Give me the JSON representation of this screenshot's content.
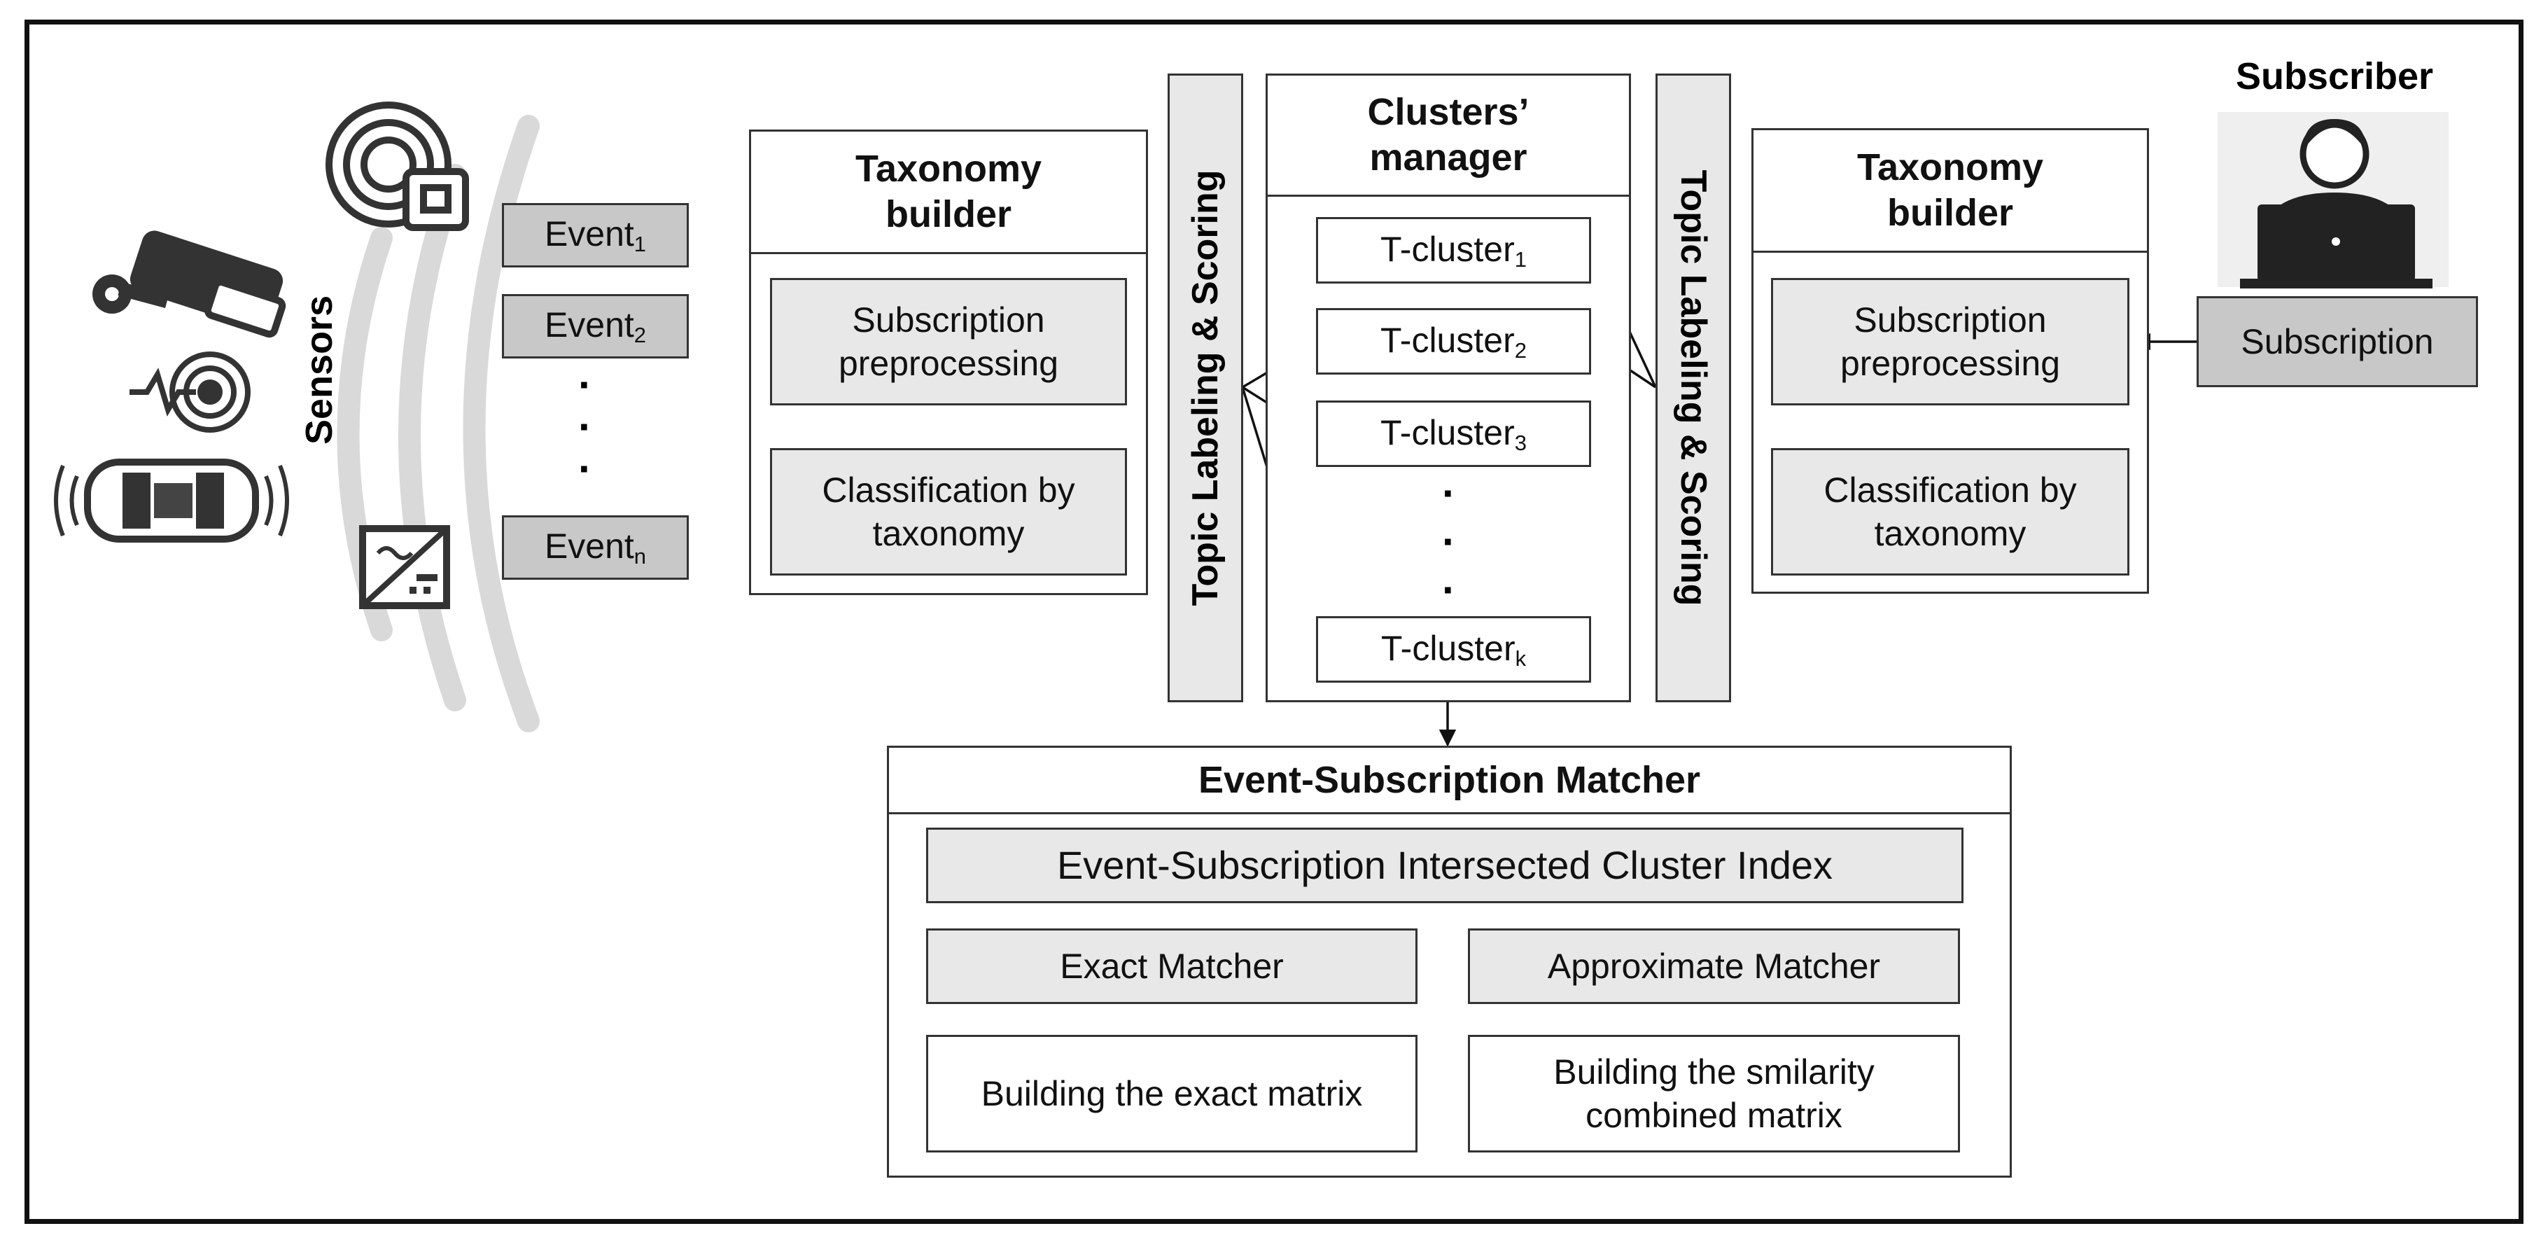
{
  "sensors_label": "Sensors",
  "events": [
    {
      "base": "Event",
      "sub": "1"
    },
    {
      "base": "Event",
      "sub": "2"
    },
    {
      "base": "Event",
      "sub": "n"
    }
  ],
  "left_builder": {
    "title_line1": "Taxonomy",
    "title_line2": "builder",
    "step1": "Subscription preprocessing",
    "step2": "Classification by taxonomy"
  },
  "right_builder": {
    "title_line1": "Taxonomy",
    "title_line2": "builder",
    "step1": "Subscription preprocessing",
    "step2": "Classification by taxonomy"
  },
  "topic_bar_left": "Topic Labeling & Scoring",
  "topic_bar_right": "Topic Labeling & Scoring",
  "clusters_manager": {
    "title_line1": "Clusters’",
    "title_line2": "manager",
    "clusters": [
      {
        "base": "T-cluster",
        "sub": "1"
      },
      {
        "base": "T-cluster",
        "sub": "2"
      },
      {
        "base": "T-cluster",
        "sub": "3"
      },
      {
        "base": "T-cluster",
        "sub": "k"
      }
    ]
  },
  "subscriber": {
    "title": "Subscriber",
    "subscription": "Subscription"
  },
  "matcher": {
    "title": "Event-Subscription Matcher",
    "index": "Event-Subscription Intersected Cluster Index",
    "exact": "Exact Matcher",
    "approx": "Approximate Matcher",
    "exact_build": "Building the exact matrix",
    "approx_build": "Building the smilarity combined matrix"
  },
  "icons": [
    "rfid-tag-icon",
    "security-camera-icon",
    "signal-sensor-icon",
    "car-sensor-icon",
    "electric-meter-icon",
    "subscriber-laptop-icon"
  ],
  "colors": {
    "box_gray": "#e8e8e8",
    "box_dark": "#c8c8c8",
    "wave": "#d9d9d9",
    "stroke": "#333333"
  }
}
